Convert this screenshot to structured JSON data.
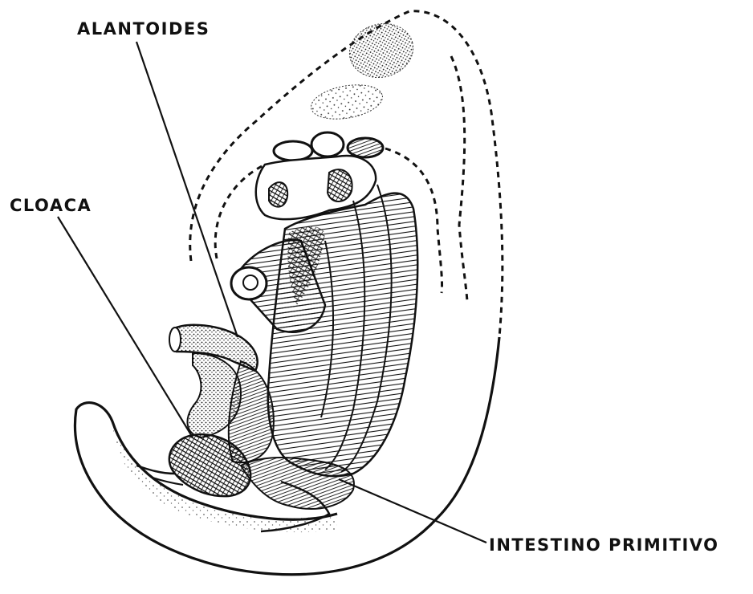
{
  "labels": {
    "alantoides": "ALANTOIDES",
    "cloaca": "CLOACA",
    "intestino": "INTESTINO PRIMITIVO"
  },
  "colors": {
    "ink": "#111111",
    "paper": "#ffffff"
  }
}
